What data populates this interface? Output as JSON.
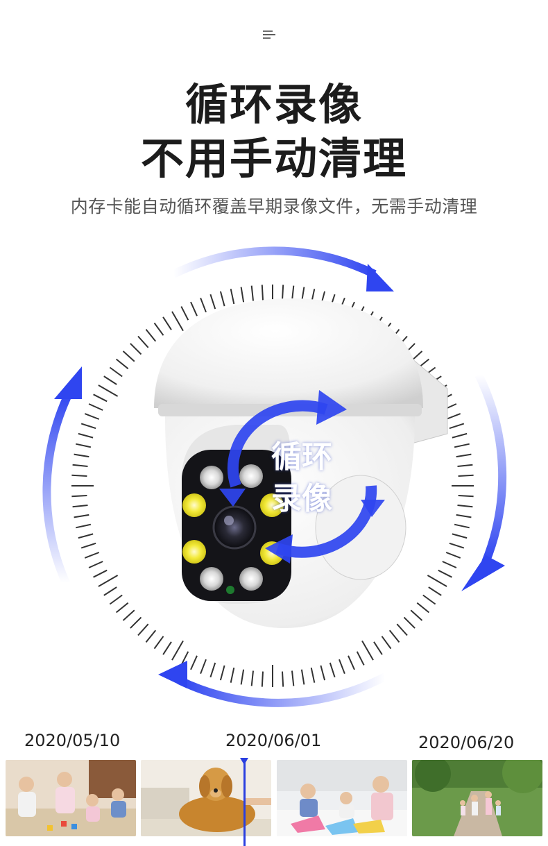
{
  "header": {
    "menu_icon": "menu-lines-icon",
    "title_line_1": "循环录像",
    "title_line_2": "不用手动清理",
    "subtitle": "内存卡能自动循环覆盖早期录像文件，无需手动清理"
  },
  "hero": {
    "center_line_1": "循环",
    "center_line_2": "录像",
    "accent_color": "#2f45f0",
    "camera_icon": "ptz-security-camera-icon",
    "cycle_icon": "circular-arrows-icon"
  },
  "timeline": {
    "dates": [
      "2020/05/10",
      "2020/06/01",
      "2020/06/20"
    ],
    "marker_color": "#2a3fe0",
    "photos": [
      {
        "name": "family-playing-photo"
      },
      {
        "name": "golden-retriever-photo"
      },
      {
        "name": "kids-drawing-photo"
      },
      {
        "name": "family-walking-photo"
      }
    ]
  }
}
